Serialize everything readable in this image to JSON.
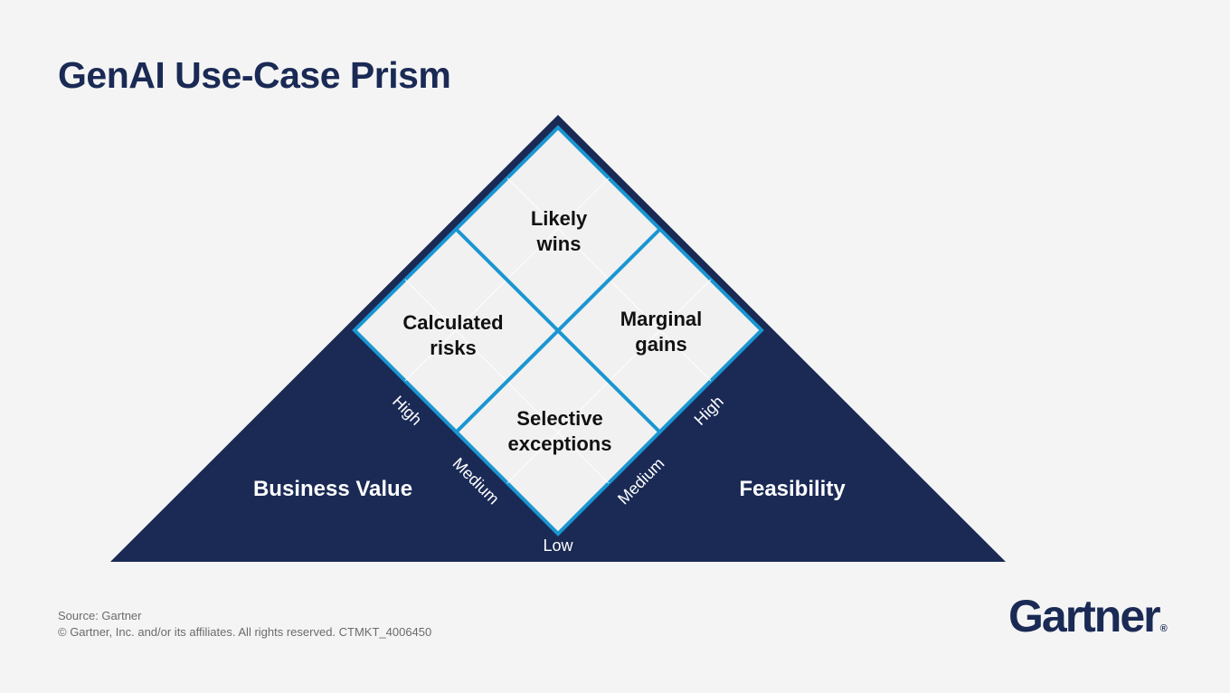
{
  "title": "GenAI Use-Case Prism",
  "colors": {
    "navy": "#1a2a55",
    "accent_blue": "#1a96d2",
    "cell_fill": "#f1f1f1",
    "background": "#f4f4f4"
  },
  "quadrants": {
    "top": [
      "Likely",
      "wins"
    ],
    "left": [
      "Calculated",
      "risks"
    ],
    "right": [
      "Marginal",
      "gains"
    ],
    "bottom": [
      "Selective",
      "exceptions"
    ]
  },
  "axes": {
    "left_title": "Business Value",
    "right_title": "Feasibility",
    "left_levels": {
      "high": "High",
      "medium": "Medium"
    },
    "right_levels": {
      "high": "High",
      "medium": "Medium"
    },
    "low": "Low"
  },
  "footer": {
    "source": "Source: Gartner",
    "copyright": "© Gartner, Inc. and/or its affiliates. All rights reserved. CTMKT_4006450"
  },
  "logo": {
    "text": "Gartner",
    "mark": "®"
  }
}
